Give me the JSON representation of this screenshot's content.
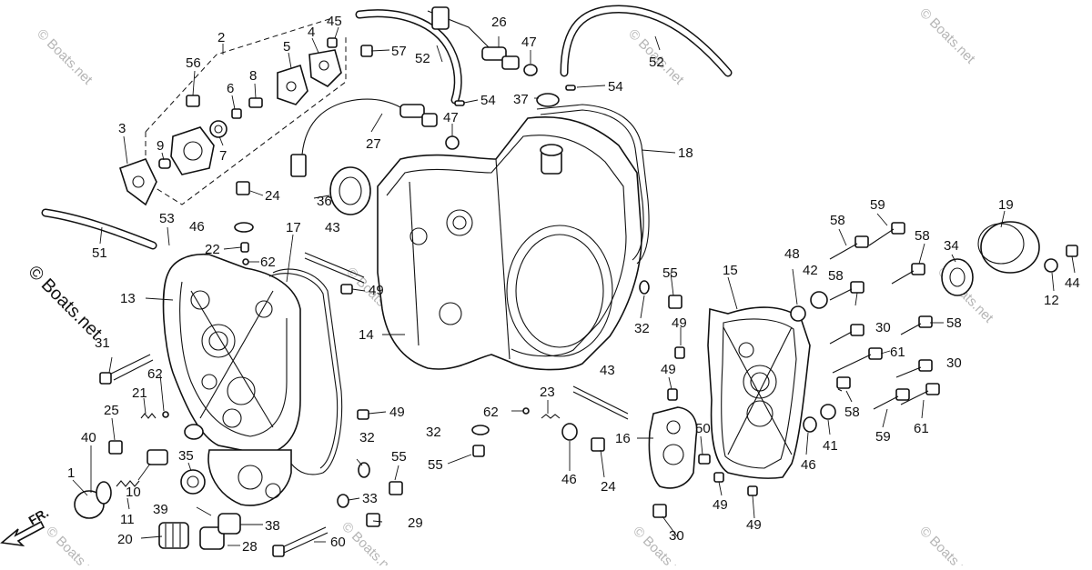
{
  "diagram": {
    "parts_view": "exploded-view",
    "watermark_text": "© Boats.net",
    "direction_label": "FR.",
    "callouts": [
      "1",
      "2",
      "3",
      "4",
      "5",
      "6",
      "7",
      "8",
      "9",
      "10",
      "11",
      "12",
      "13",
      "14",
      "15",
      "16",
      "17",
      "18",
      "19",
      "20",
      "21",
      "22",
      "23",
      "24",
      "25",
      "26",
      "27",
      "28",
      "29",
      "30",
      "31",
      "32",
      "33",
      "34",
      "35",
      "36",
      "37",
      "38",
      "39",
      "40",
      "41",
      "42",
      "43",
      "44",
      "45",
      "46",
      "47",
      "48",
      "49",
      "50",
      "51",
      "52",
      "53",
      "54",
      "55",
      "56",
      "57",
      "58",
      "59",
      "60",
      "61",
      "62"
    ]
  }
}
